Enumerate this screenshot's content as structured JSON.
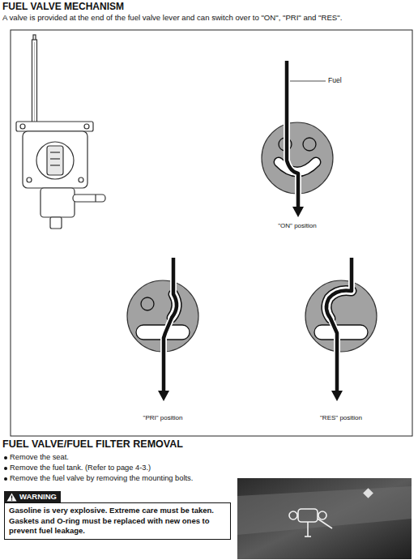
{
  "diagram": {
    "title": "FUEL VALVE MECHANISM",
    "nodes": [
      {
        "text": [
          "\"ON\" position"
        ]
      },
      {
        "text": [
          "\"PRI\" position"
        ]
      },
      {
        "text": [
          "\"RES\" position"
        ]
      },
      {
        "text": [
          "WARNING",
          "Gasoline is very explosive. Extreme care must be taken. Gaskets and O-ring must be replaced with new ones to prevent fuel leakage."
        ]
      }
    ],
    "labels": [
      "A valve is provided at the end of the fuel valve lever and can switch over to \"ON\", \"PRI\" and \"RES\".",
      "Fuel",
      "FUEL VALVE/FUEL FILTER REMOVAL",
      "Remove the seat.",
      "Remove the fuel tank. (Refer to page 4-3.)",
      "Remove the fuel valve by removing the mounting bolts."
    ]
  }
}
